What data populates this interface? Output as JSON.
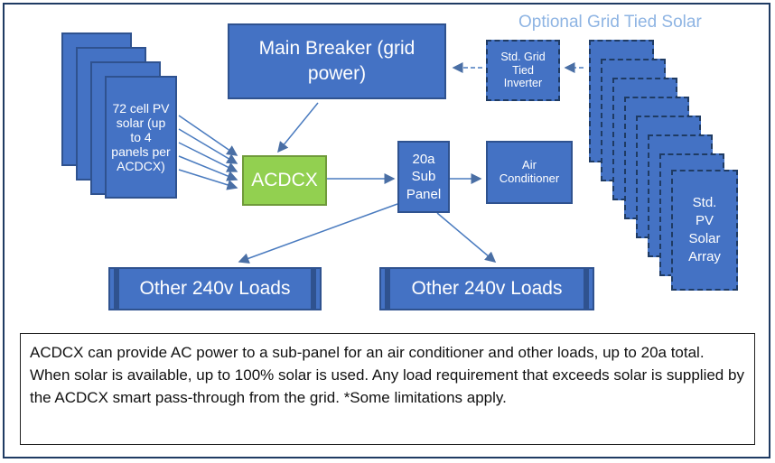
{
  "optional_label": "Optional Grid Tied Solar",
  "pv_panels_text": "72 cell PV solar (up to 4 panels per ACDCX)",
  "main_breaker": "Main Breaker (grid power)",
  "inverter": "Std. Grid Tied Inverter",
  "acdcx": "ACDCX",
  "sub_panel": "20a Sub Panel",
  "air_conditioner": "Air Conditioner",
  "std_array": "Std. PV Solar Array",
  "loads": [
    "Other 240v Loads",
    "Other 240v Loads"
  ],
  "description": "ACDCX can provide AC power to a sub-panel for an air conditioner and other loads, up to 20a total. When solar is available, up to 100% solar is used. Any  load requirement that exceeds solar is supplied by the ACDCX smart pass-through from the grid. *Some limitations apply.",
  "colors": {
    "box": "#4472c4",
    "acdcx": "#92d050",
    "optional_text": "#8eb4e3"
  }
}
